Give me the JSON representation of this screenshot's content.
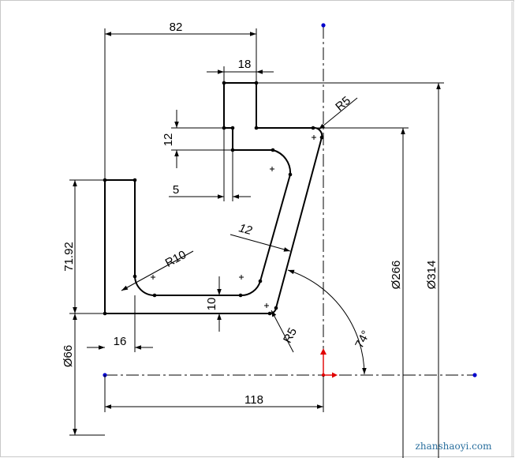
{
  "dimensions": {
    "d82": "82",
    "d18": "18",
    "d12_vertical": "12",
    "d5": "5",
    "d12_slant": "12",
    "d71_92": "71.92",
    "dR10": "R10",
    "d10": "10",
    "dR5_top": "R5",
    "dR5_bottom": "R5",
    "d16": "16",
    "d118": "118",
    "dphi66": "Ø66",
    "dphi266": "Ø266",
    "dphi314": "Ø314",
    "dangle74": "74°"
  },
  "watermark": "zhanshaoyi.com",
  "colors": {
    "geometry": "#000000",
    "centerline": "#000000",
    "axis_point": "#0000cc",
    "origin_marker": "#e00000",
    "background": "#ffffff",
    "watermark": "#2a6f9e"
  }
}
